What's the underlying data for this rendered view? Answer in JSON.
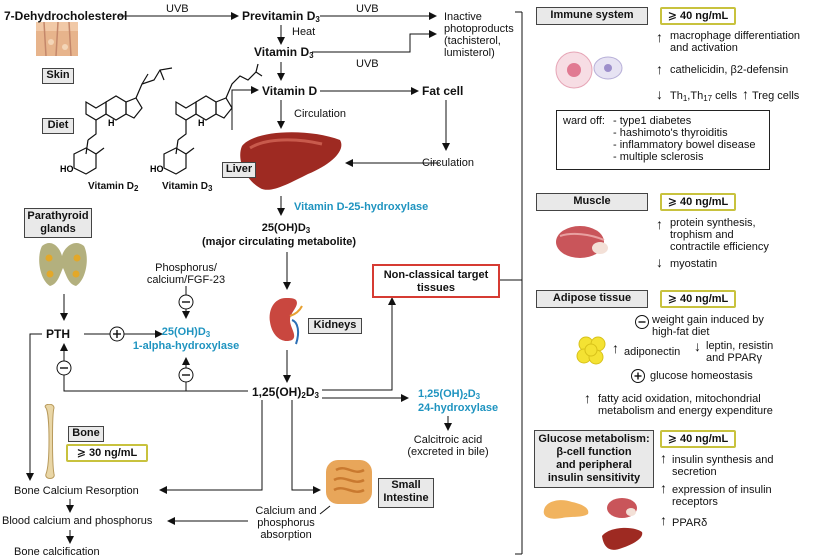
{
  "left": {
    "dehydro": "7-Dehydrocholesterol",
    "uvb1": "UVB",
    "previtamin_d3": "Previtamin D",
    "uvb2": "UVB",
    "uvb3": "UVB",
    "inactive": "Inactive\nphotoproducts\n(tachisterol,\nlumisterol)",
    "heat": "Heat",
    "vitamin_d3_top": "Vitamin D",
    "skin": "Skin",
    "diet": "Diet",
    "vitamin_d": "Vitamin D",
    "fat_cell": "Fat cell",
    "circulation1": "Circulation",
    "circulation2": "Circulation",
    "vitamin_d2_label": "Vitamin D",
    "vitamin_d3_label": "Vitamin D",
    "liver": "Liver",
    "hydroxylase25": "Vitamin D-25-hydroxylase",
    "metabolite_25": "25(OH)D",
    "major_metabolite": "(major circulating metabolite)",
    "parathyroid": "Parathyroid\nglands",
    "phosphorus_fgf": "Phosphorus/\ncalcium/FGF-23",
    "nonclassical": "Non-classical target\ntissues",
    "pth": "PTH",
    "alpha_hydroxylase_1": "25(OH)D",
    "alpha_hydroxylase_2": "1-alpha-hydroxylase",
    "kidneys": "Kidneys",
    "dihydroxy": "1,25(OH)",
    "hydroxylase24_1": "1,25(OH)",
    "hydroxylase24_2": "24-hydroxylase",
    "bone": "Bone",
    "bone_level": "⩾ 30 ng/mL",
    "calcitroic": "Calcitroic acid\n(excreted in bile)",
    "small_intestine": "Small\nIntestine",
    "bone_resorption": "Bone Calcium Resorption",
    "blood_calcium": "Blood calcium and phosphorus",
    "ca_absorption": "Calcium and\nphosphorus\nabsorption",
    "bone_calcification": "Bone calcification",
    "sub3": "3",
    "sub2": "2"
  },
  "right": {
    "immune": {
      "title": "Immune system",
      "level": "⩾ 40 ng/mL",
      "line1": "macrophage differentiation\nand activation",
      "line2": "cathelicidin, β2-defensin",
      "line3a": "Th",
      "line3b": "1",
      "line3c": ",Th",
      "line3d": "17",
      "line3e": " cells",
      "treg": "Treg cells",
      "wardoff": "ward off:",
      "wardoff_items": "- type1 diabetes\n- hashimoto's thyroiditis\n- inflammatory bowel disease\n- multiple sclerosis"
    },
    "muscle": {
      "title": "Muscle",
      "level": "⩾ 40 ng/mL",
      "line1": "protein synthesis,\ntrophism and\ncontractile efficiency",
      "line2": "myostatin"
    },
    "adipose": {
      "title": "Adipose tissue",
      "level": "⩾ 40 ng/mL",
      "line1": "weight gain induced by\nhigh-fat diet",
      "line2": "adiponectin",
      "line3": "leptin, resistin\nand PPARγ",
      "line4": "glucose homeostasis",
      "line5": "fatty acid oxidation, mitochondrial\nmetabolism and energy expenditure"
    },
    "glucose": {
      "title": "Glucose metabolism:\nβ-cell function\nand peripheral\ninsulin sensitivity",
      "level": "⩾ 40 ng/mL",
      "line1": "insulin synthesis and\nsecretion",
      "line2": "expression of insulin\nreceptors",
      "line3": "PPARδ"
    }
  },
  "colors": {
    "accent_blue": "#1f94c0",
    "box_red": "#d63b33",
    "level_border": "#c8c23e",
    "liver": "#9e2a22",
    "kidney": "#c9473f"
  }
}
